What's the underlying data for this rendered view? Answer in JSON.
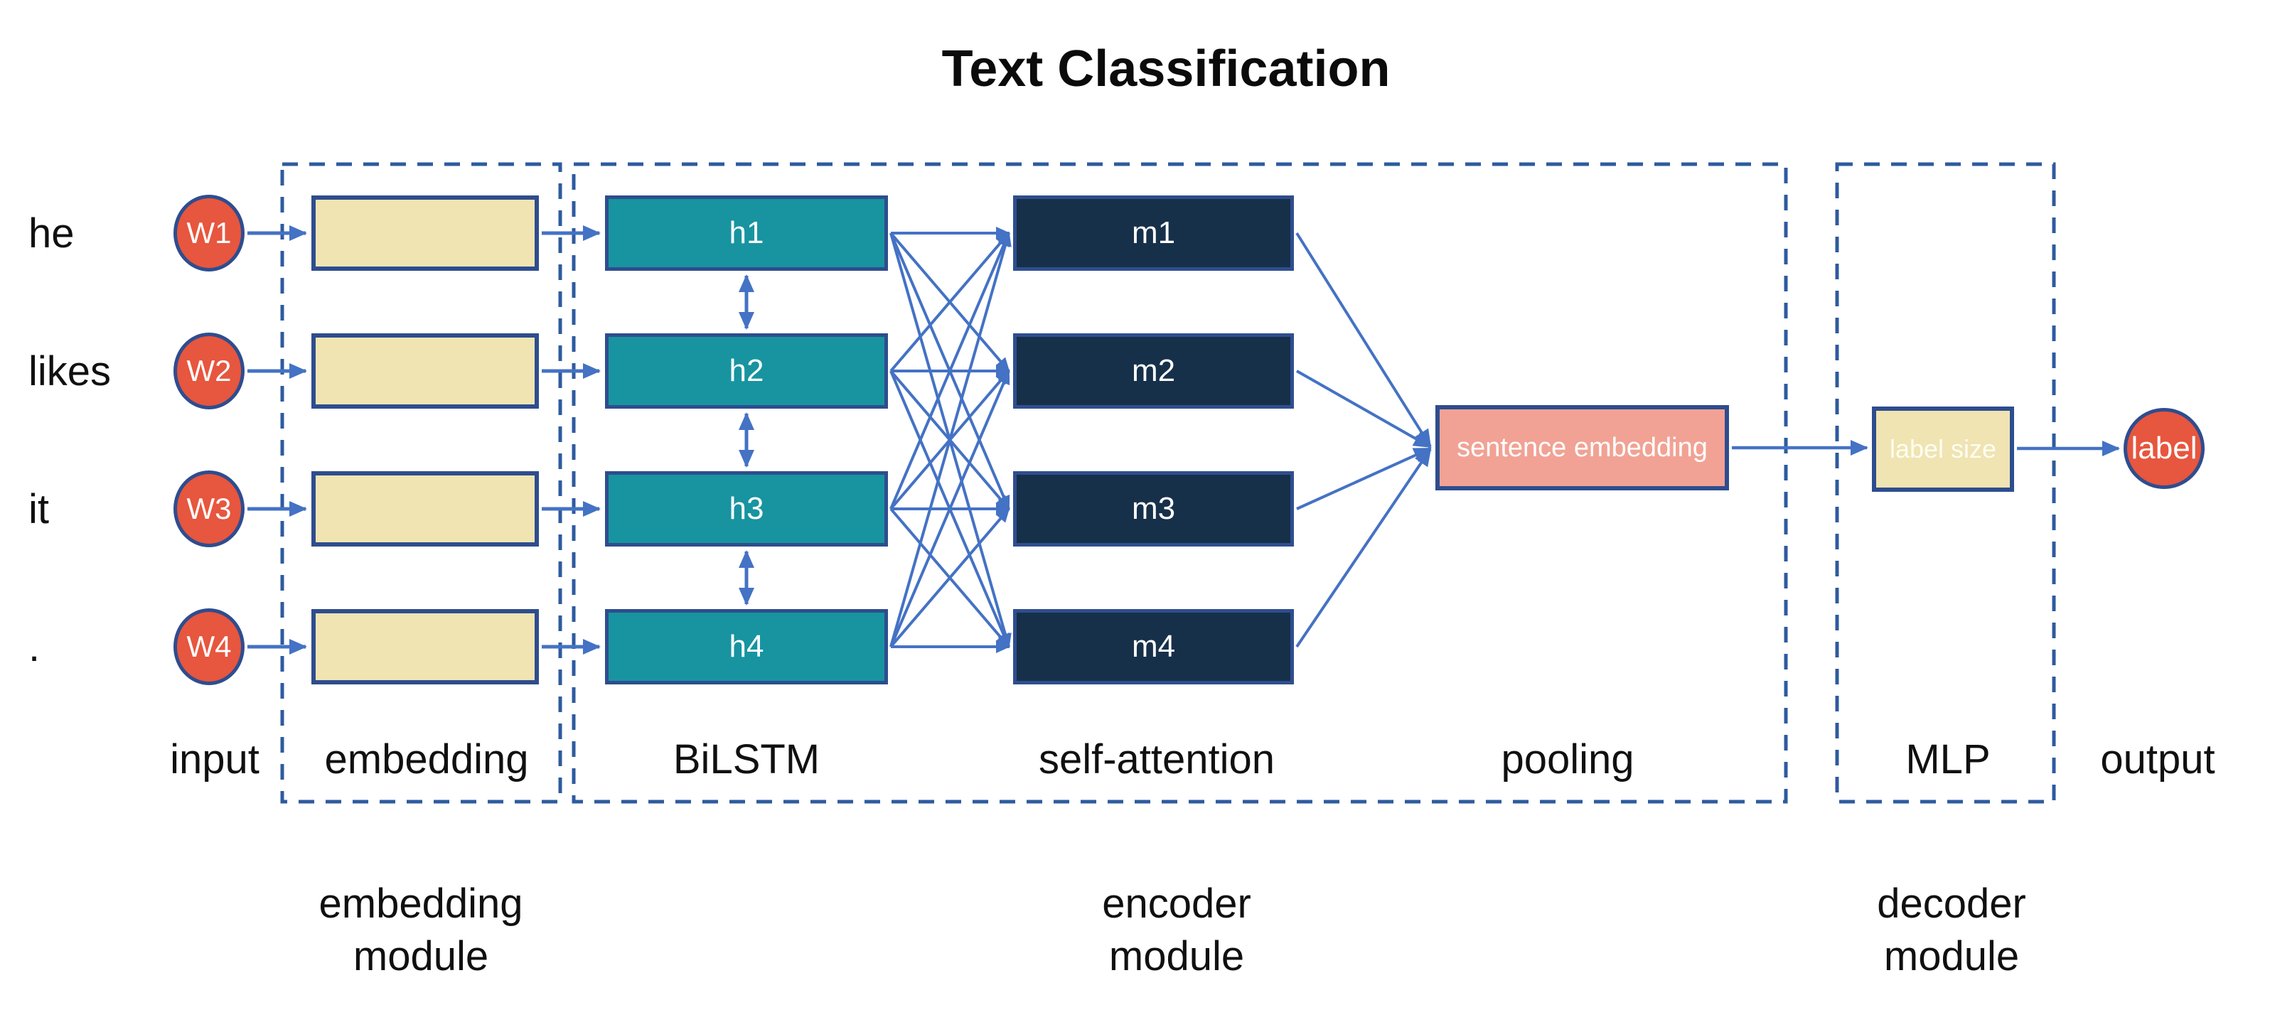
{
  "title": "Text Classification",
  "colors": {
    "red": "#E7563E",
    "beige": "#EFE4B2",
    "teal": "#1794A0",
    "navy": "#17304A",
    "navy-border": "#2F4E8F",
    "salmon": "#F1A294",
    "box-border": "#2E4D8E",
    "arrow": "#4472C4",
    "dash": "#2E5B9F"
  },
  "input_words": [
    "he",
    "likes",
    "it",
    "."
  ],
  "word_nodes": [
    "W1",
    "W2",
    "W3",
    "W4"
  ],
  "hidden_nodes": [
    "h1",
    "h2",
    "h3",
    "h4"
  ],
  "attention_nodes": [
    "m1",
    "m2",
    "m3",
    "m4"
  ],
  "pooling_box_label": "sentence embedding",
  "mlp_box_label": "label size",
  "output_node_label": "label",
  "stage_labels": {
    "input": "input",
    "embedding": "embedding",
    "bilstm": "BiLSTM",
    "self_attention": "self-attention",
    "pooling": "pooling",
    "mlp": "MLP",
    "output": "output"
  },
  "module_labels": {
    "embedding": [
      "embedding",
      "module"
    ],
    "encoder": [
      "encoder",
      "module"
    ],
    "decoder": [
      "decoder",
      "module"
    ]
  }
}
